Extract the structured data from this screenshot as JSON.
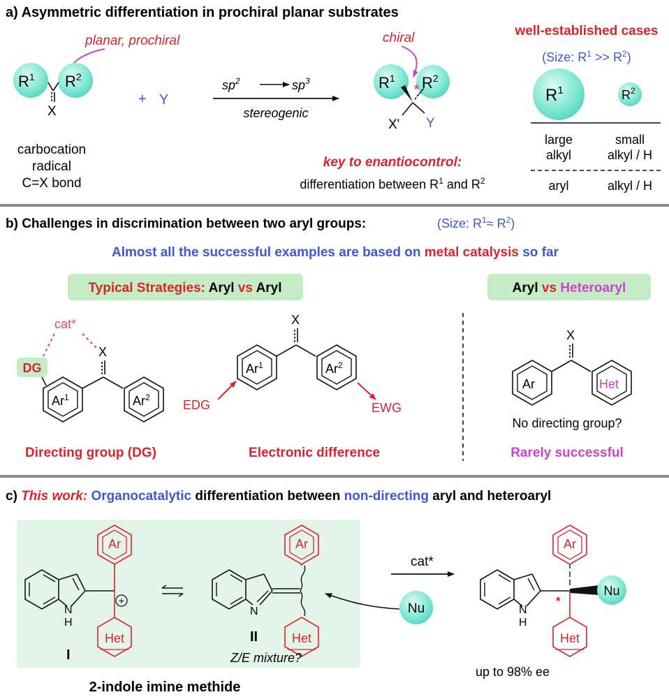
{
  "colors": {
    "red": "#d9232e",
    "blue": "#3e57d8",
    "magenta": "#cc44cc",
    "pink": "#e8457a",
    "aqua": "#7fe8d4",
    "mint": "#c6ecc6",
    "panel": "#e3f5e8",
    "rule": "#8c8c8c"
  },
  "panel_a": {
    "heading": "a) Asymmetric differentiation in prochiral planar substrates",
    "planar_label": "planar, prochiral",
    "r1": "R",
    "r1_sup": "1",
    "r2": "R",
    "r2_sup": "2",
    "x": "X",
    "plus": "+",
    "y": "Y",
    "sp2": "sp",
    "sp2_sup": "2",
    "sp3": "sp",
    "sp3_sup": "3",
    "stereogenic": "stereogenic",
    "chiral_label": "chiral",
    "star": "*",
    "x_prime": "X'",
    "product_y": "Y",
    "substrate_types": [
      "carbocation",
      "radical",
      "C=X bond"
    ],
    "key_label": "key to enantiocontrol:",
    "key_text_pre": "differentiation between R",
    "key_sup1": "1",
    "key_and": " and R",
    "key_sup2": "2",
    "cases_title": "well-established cases",
    "size_pre": "(Size: R",
    "size_sup1": "1",
    "size_mid": " >> R",
    "size_sup2": "2",
    "size_post": ")",
    "table": {
      "row1_col1": [
        "large",
        "alkyl"
      ],
      "row1_col2": [
        "small",
        "alkyl / H"
      ],
      "row2_col1": "aryl",
      "row2_col2": "alkyl / H"
    }
  },
  "panel_b": {
    "heading": "b) Challenges in discrimination between two aryl groups:",
    "size_pre": "(Size: R",
    "size_sup1": "1",
    "size_mid": "≈ R",
    "size_sup2": "2",
    "size_post": ")",
    "subtitle_pre": "Almost all the successful examples are based on ",
    "subtitle_red": "metal catalysis",
    "subtitle_post": " so far",
    "box1_red": "Typical Strategies:",
    "box1_aryl1": "Aryl",
    "box1_vs": "vs",
    "box1_aryl2": "Aryl",
    "box2_aryl": "Aryl",
    "box2_vs": "vs",
    "box2_het": "Heteroaryl",
    "cat": "cat*",
    "dg": "DG",
    "x": "X",
    "ar1": "Ar",
    "ar1_sup": "1",
    "ar2": "Ar",
    "ar2_sup": "2",
    "edg": "EDG",
    "ewg": "EWG",
    "ar": "Ar",
    "het": "Het",
    "no_dg": "No directing group?",
    "label_dg": "Directing group (DG)",
    "label_elec": "Electronic difference",
    "label_rare": "Rarely successful"
  },
  "panel_c": {
    "heading_pre": "c) ",
    "heading_red": "This work:",
    "heading_blue1": "Organocatalytic",
    "heading_mid": "differentiation between",
    "heading_blue2": "non-directing",
    "heading_post": "aryl and heteroaryl",
    "ar": "Ar",
    "het": "Het",
    "nh": "N",
    "h": "H",
    "n": "N",
    "plus_charge": "+",
    "label_I": "I",
    "label_II": "II",
    "mixture": "Z/E mixture?",
    "imine_methide": "2-indole imine methide",
    "cat": "cat*",
    "nu": "Nu",
    "star": "*",
    "ee": "up to 98% ee"
  }
}
